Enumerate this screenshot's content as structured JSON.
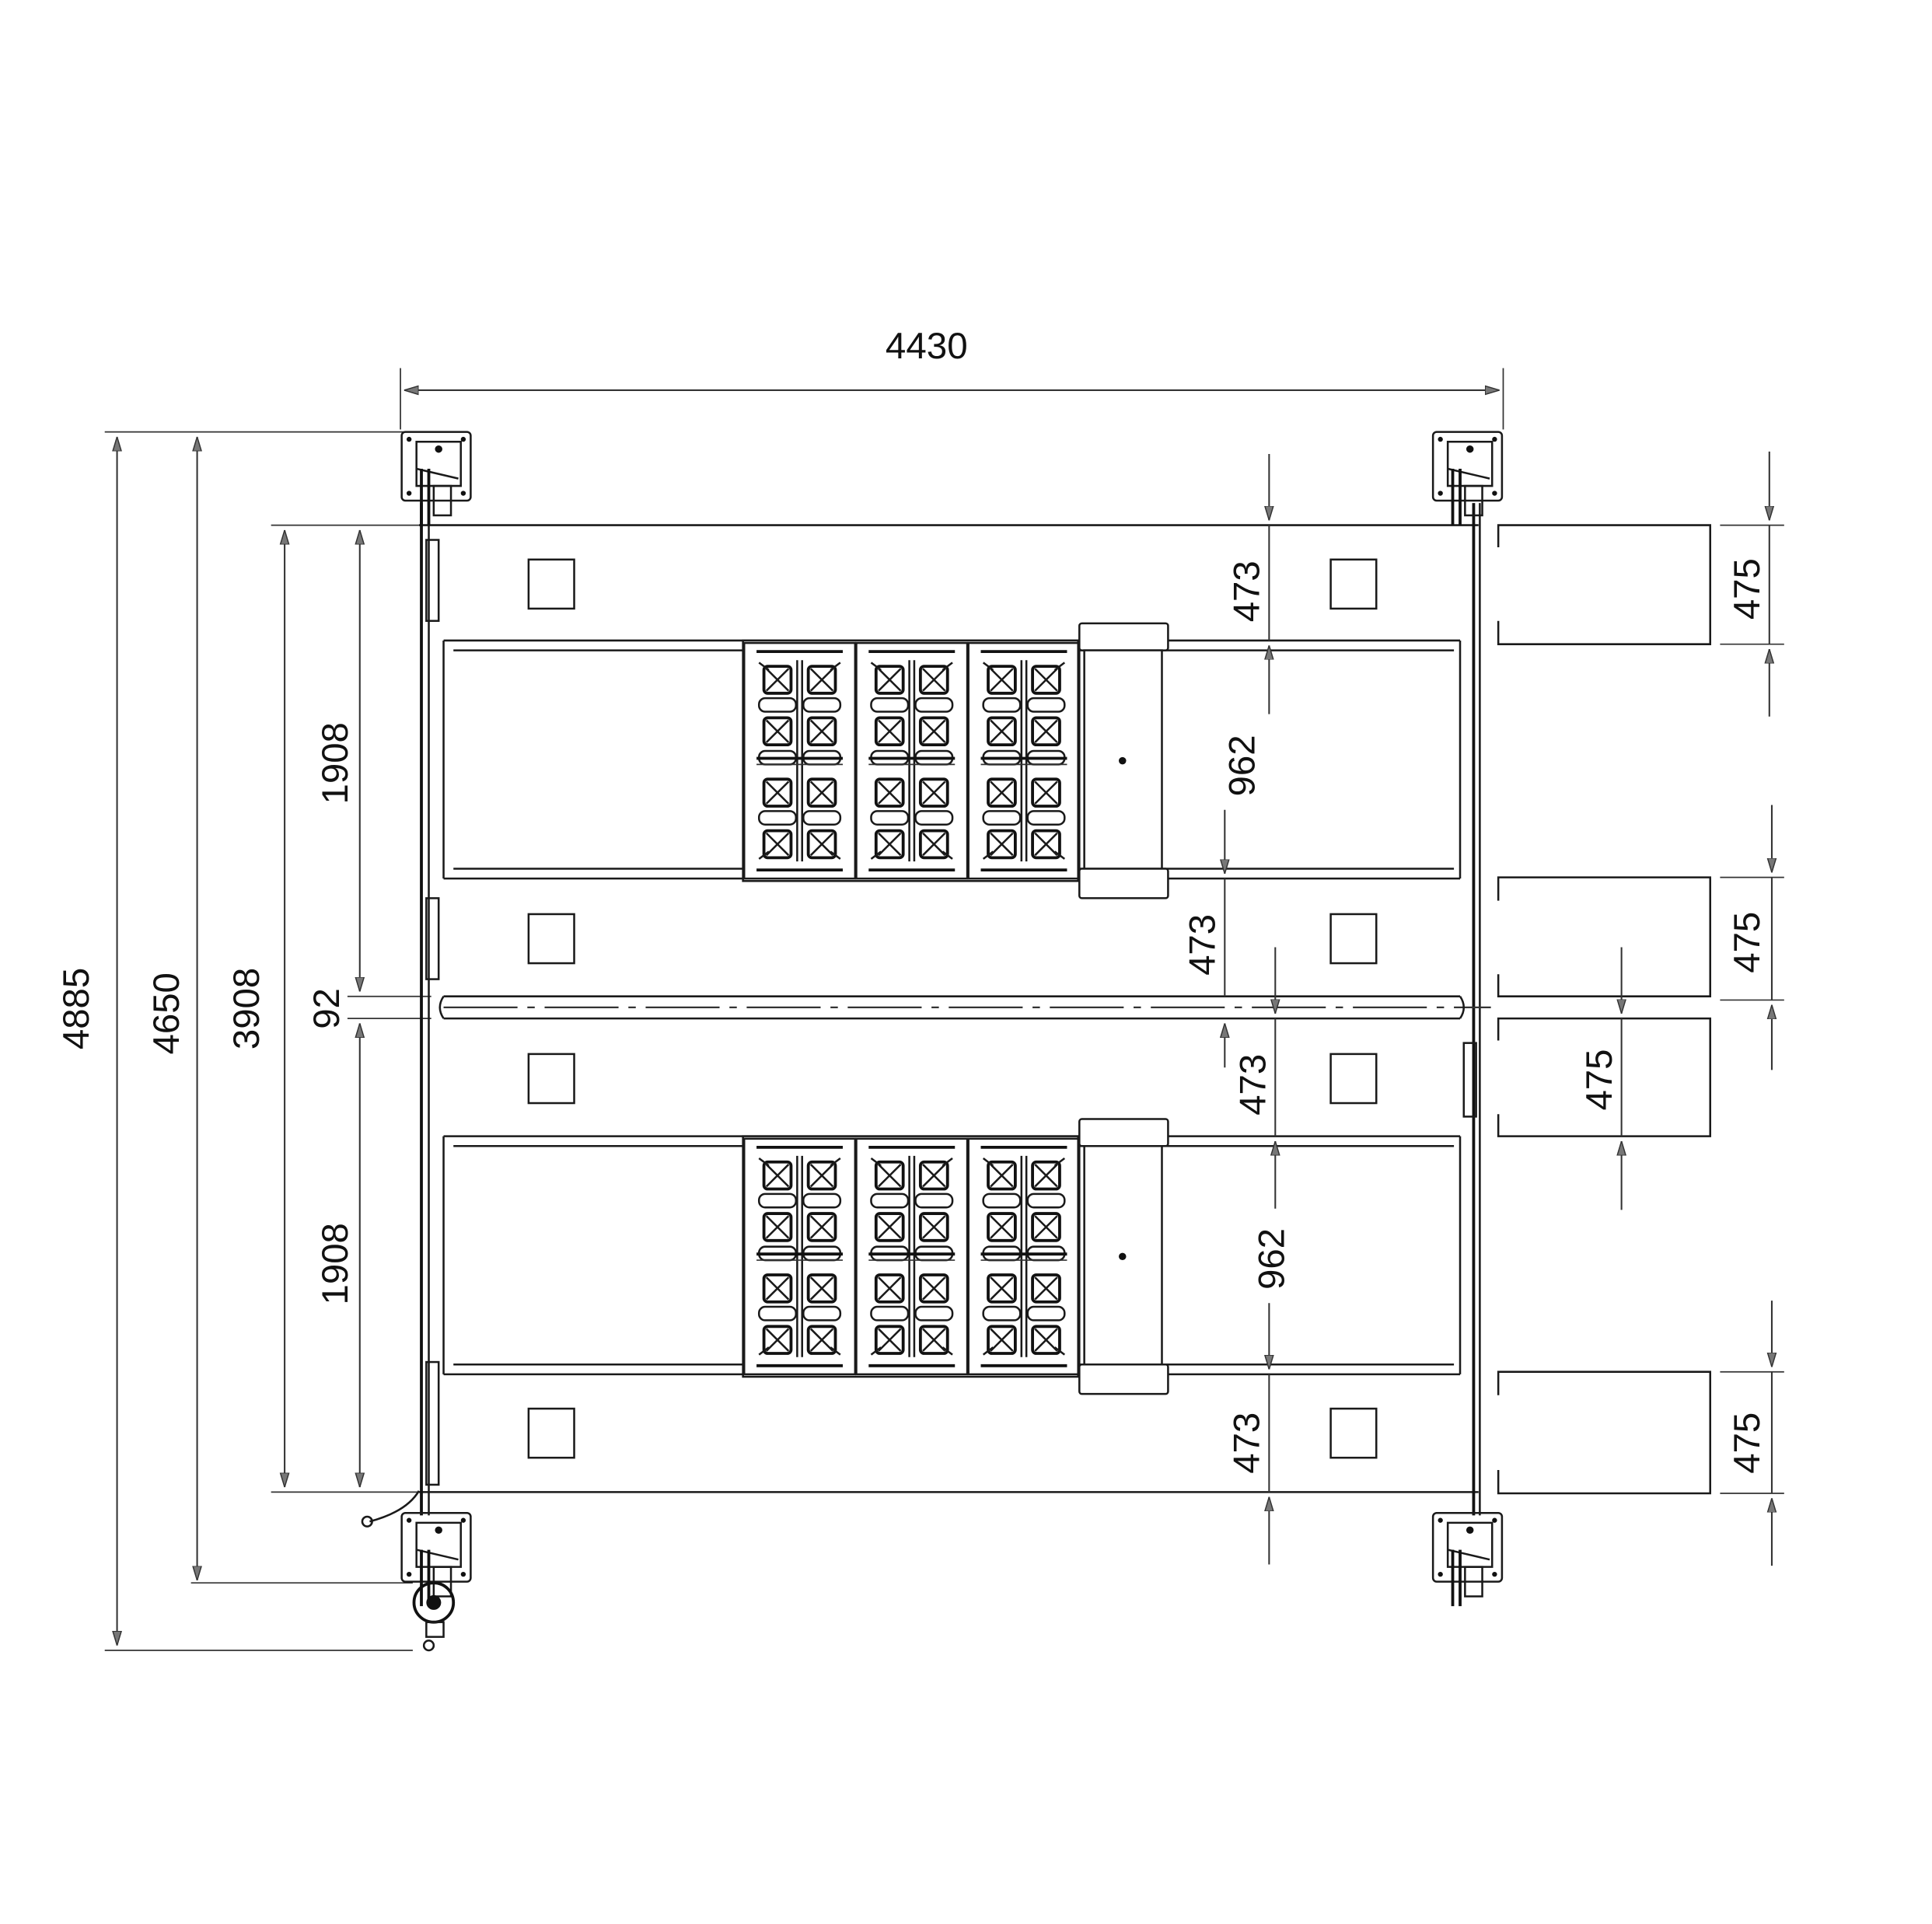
{
  "diagram": {
    "type": "technical-drawing",
    "subject": "four-post double-platform vehicle lift, top view",
    "colors": {
      "line": "#1a1a1a",
      "background": "#ffffff",
      "arrow_fill": "#777777"
    }
  },
  "dimensions": {
    "overall_width": "4430",
    "overall_length_total": "4885",
    "post_to_post_length": "4650",
    "platform_length": "3908",
    "platform_upper_width": "1908",
    "platform_lower_width": "1908",
    "center_gap": "92",
    "right_inner_upper_top": "473",
    "right_inner_upper_mid": "962",
    "right_inner_mid_a": "473",
    "right_inner_mid_b": "473",
    "right_inner_lower_mid": "962",
    "right_inner_lower_bottom": "473",
    "ramp_upper_top": "475",
    "ramp_upper_mid": "475",
    "ramp_lower_mid": "475",
    "ramp_lower_bottom": "475"
  },
  "components": {
    "posts": [
      "top-left-post",
      "top-right-post",
      "bottom-left-post",
      "bottom-right-post"
    ],
    "platforms": [
      "upper-platform",
      "lower-platform"
    ],
    "turntable_groups": 2,
    "turntables_per_group": 3,
    "slip_plates": 2,
    "ramps": 4,
    "motor_unit": "power-unit"
  }
}
